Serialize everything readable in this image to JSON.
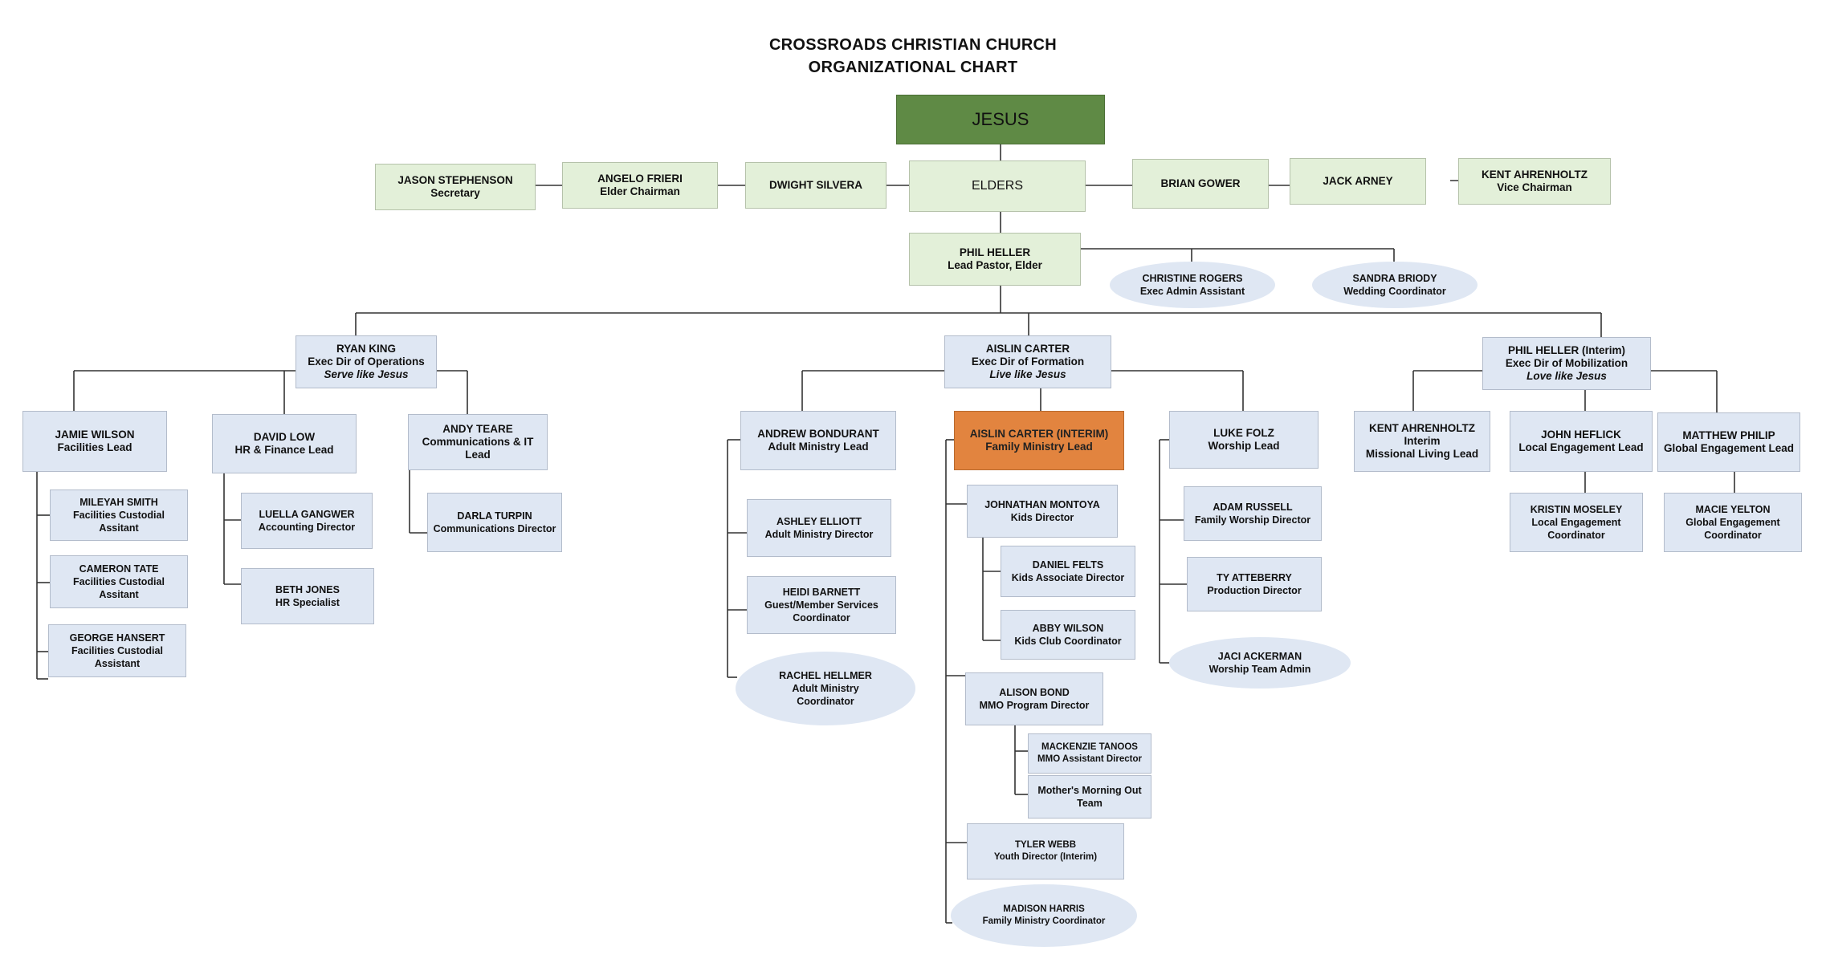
{
  "title": {
    "line1": "CROSSROADS CHRISTIAN CHURCH",
    "line2": "ORGANIZATIONAL CHART"
  },
  "nodes": {
    "jesus": {
      "name": "JESUS"
    },
    "elders": {
      "name": "ELDERS"
    },
    "jason": {
      "name": "JASON STEPHENSON",
      "role": "Secretary"
    },
    "angelo": {
      "name": "ANGELO FRIERI",
      "role": "Elder Chairman"
    },
    "dwight": {
      "name": "DWIGHT  SILVERA"
    },
    "brian": {
      "name": "BRIAN GOWER"
    },
    "jack": {
      "name": "JACK ARNEY"
    },
    "kent_elder": {
      "name": "KENT AHRENHOLTZ",
      "role": "Vice Chairman"
    },
    "phil": {
      "name": "PHIL HELLER",
      "role": "Lead Pastor, Elder"
    },
    "christine": {
      "name": "CHRISTINE ROGERS",
      "role": "Exec Admin Assistant"
    },
    "sandra": {
      "name": "SANDRA BRIODY",
      "role": "Wedding Coordinator"
    },
    "ryan": {
      "name": "RYAN KING",
      "role": "Exec Dir of Operations",
      "motto": "Serve like Jesus"
    },
    "aislin": {
      "name": "AISLIN CARTER",
      "role": "Exec Dir of Formation",
      "motto": "Live like Jesus"
    },
    "phil_interim": {
      "name": "PHIL HELLER (Interim)",
      "role": "Exec Dir of Mobilization",
      "motto": "Love like Jesus"
    },
    "jamie": {
      "name": "JAMIE WILSON",
      "role": "Facilities  Lead"
    },
    "mileyah": {
      "name": "MILEYAH SMITH",
      "role": "Facilities Custodial",
      "role2": "Assitant"
    },
    "cameron": {
      "name": "CAMERON TATE",
      "role": "Facilities Custodial",
      "role2": "Assitant"
    },
    "george": {
      "name": "GEORGE HANSERT",
      "role": "Facilities Custodial",
      "role2": "Assistant"
    },
    "david": {
      "name": "DAVID LOW",
      "role": "HR & Finance Lead"
    },
    "luella": {
      "name": "LUELLA GANGWER",
      "role": "Accounting Director"
    },
    "beth": {
      "name": "BETH JONES",
      "role": "HR Specialist"
    },
    "andy": {
      "name": "ANDY TEARE",
      "role": "Communications & IT Lead"
    },
    "darla": {
      "name": "DARLA TURPIN",
      "role": "Communications Director"
    },
    "andrew": {
      "name": "ANDREW BONDURANT",
      "role": "Adult Ministry  Lead"
    },
    "ashley": {
      "name": "ASHLEY ELLIOTT",
      "role": "Adult Ministry  Director"
    },
    "heidi": {
      "name": "HEIDI BARNETT",
      "role": "Guest/Member Services",
      "role2": "Coordinator"
    },
    "rachel": {
      "name": "RACHEL HELLMER",
      "role": "Adult Ministry",
      "role2": "Coordinator"
    },
    "aislin_interim": {
      "name": "AISLIN CARTER (INTERIM)",
      "role": "Family Ministry Lead"
    },
    "johnathan": {
      "name": "JOHNATHAN MONTOYA",
      "role": "Kids Director"
    },
    "daniel": {
      "name": "DANIEL FELTS",
      "role": "Kids Associate Director"
    },
    "abby": {
      "name": "ABBY WILSON",
      "role": "Kids Club Coordinator"
    },
    "alison": {
      "name": "ALISON BOND",
      "role": "MMO Program Director"
    },
    "mackenzie": {
      "name": "MACKENZIE TANOOS",
      "role": "MMO Assistant Director"
    },
    "mmo_team": {
      "name": "Mother's Morning Out",
      "role": "Team"
    },
    "tyler": {
      "name": "TYLER WEBB",
      "role": "Youth Director (Interim)"
    },
    "madison": {
      "name": "MADISON HARRIS",
      "role": "Family Ministry Coordinator"
    },
    "luke": {
      "name": "LUKE FOLZ",
      "role": "Worship Lead"
    },
    "adam": {
      "name": "ADAM RUSSELL",
      "role": "Family Worship Director"
    },
    "ty": {
      "name": "TY ATTEBERRY",
      "role": "Production Director"
    },
    "jaci": {
      "name": "JACI ACKERMAN",
      "role": "Worship Team Admin"
    },
    "kent_mission": {
      "name": "KENT AHRENHOLTZ",
      "role": "Interim",
      "role2": "Missional Living Lead"
    },
    "john": {
      "name": "JOHN HEFLICK",
      "role": "Local Engagement Lead"
    },
    "kristin": {
      "name": "KRISTIN MOSELEY",
      "role": "Local Engagement",
      "role2": "Coordinator"
    },
    "matthew": {
      "name": "MATTHEW PHILIP",
      "role": "Global Engagement Lead"
    },
    "macie": {
      "name": "MACIE YELTON",
      "role": "Global Engagement",
      "role2": "Coordinator"
    }
  }
}
